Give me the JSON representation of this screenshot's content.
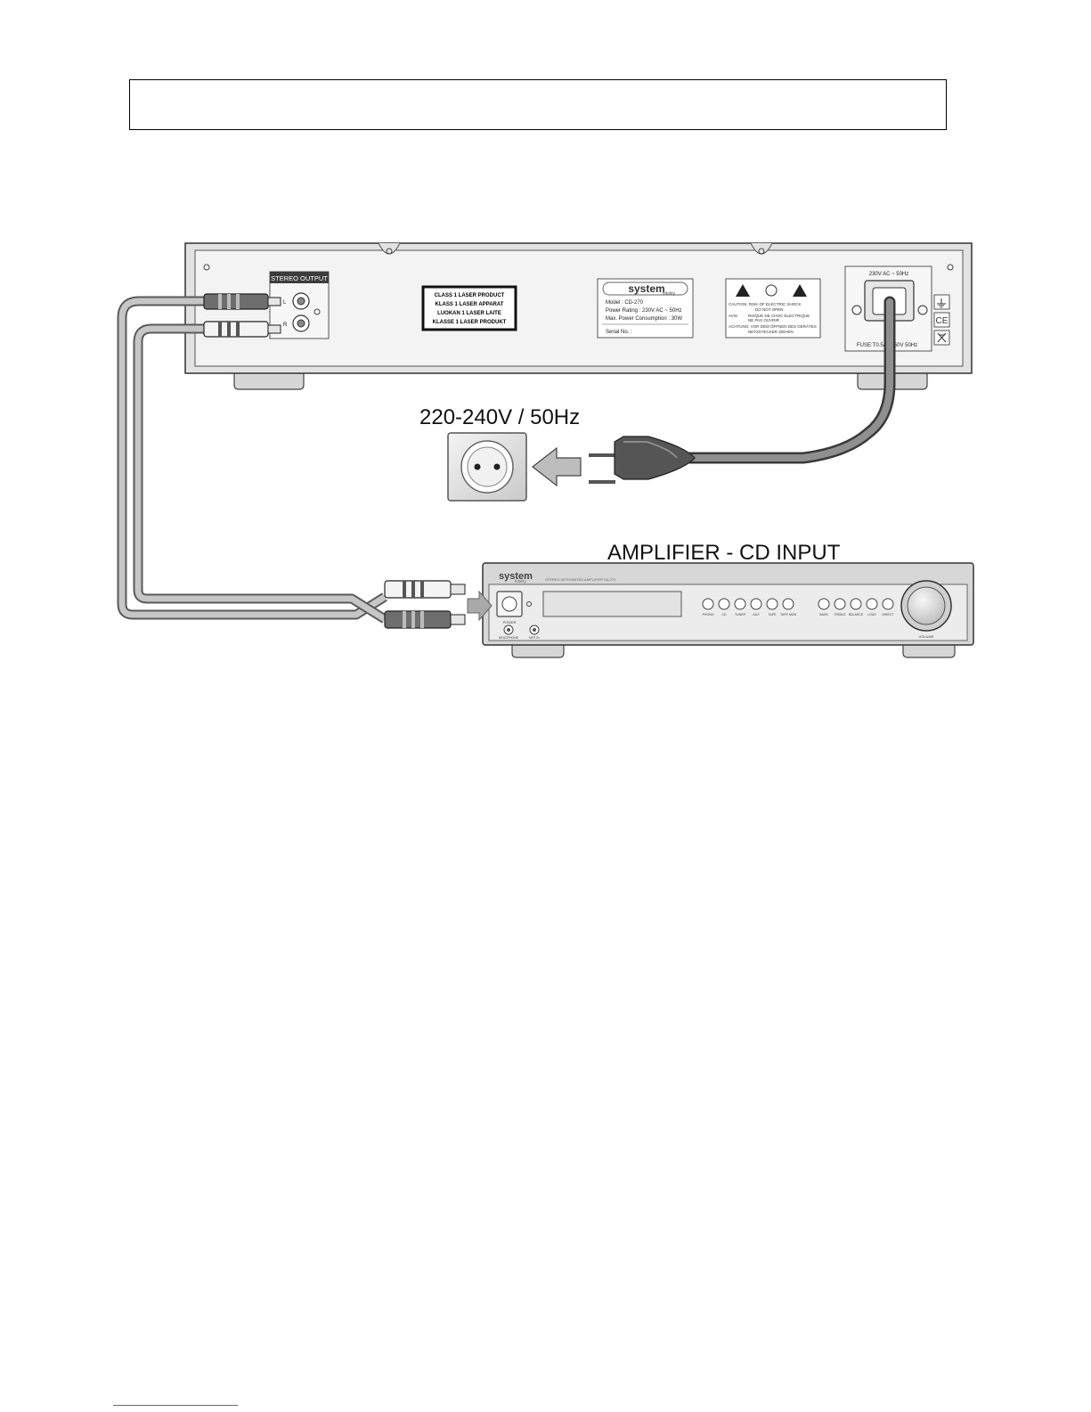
{
  "cd_player": {
    "stereo_output_label": "STEREO OUTPUT",
    "channel_left": "L",
    "channel_right": "R",
    "laser_label": [
      "CLASS 1 LASER PRODUCT",
      "KLASS 1 LASER APPARAT",
      "LUOKAN 1 LASER LAITE",
      "KLASSE 1 LASER PRODUKT"
    ],
    "brand": "system",
    "brand_sub": "fidelity",
    "rating_lines": [
      "Model : CD-270",
      "Power Rating : 230V AC ~ 50Hz",
      "Max. Power Consumption : 30W",
      "Serial No. :"
    ],
    "caution_lines": [
      "CAUTION: RISK OF ELECTRIC SHOCK",
      "DO NOT OPEN",
      "AVIS:",
      "RISQUE DE CHOC ELECTRIQUE",
      "NE PAS OUVRIR",
      "ACHTUNG: VOR DEM ÖFFNEN DES GERÄTES",
      "NETZSTECKER ZIEHEN"
    ],
    "power_label": "230V AC ~ 50Hz",
    "fuse_label": "FUSE:T0.5AL 250V 50Hz"
  },
  "mains": {
    "voltage_label": "220-240V / 50Hz"
  },
  "amplifier": {
    "title": "AMPLIFIER - CD INPUT",
    "brand": "system",
    "brand_sub": "fidelity",
    "model_line": "STEREO INTEGRATED AMPLIFIER SA-270",
    "power_label": "POWER",
    "input_labels": [
      "PHONO",
      "CD",
      "TUNER",
      "AUX",
      "TAPE",
      "TAPE MON"
    ],
    "right_labels": [
      "BASS",
      "TREBLE",
      "BALANCE",
      "LOUD",
      "DIRECT"
    ],
    "volume_label": "VOLUME",
    "jack_labels": [
      "HEADPHONE",
      "MP3 IN"
    ]
  }
}
